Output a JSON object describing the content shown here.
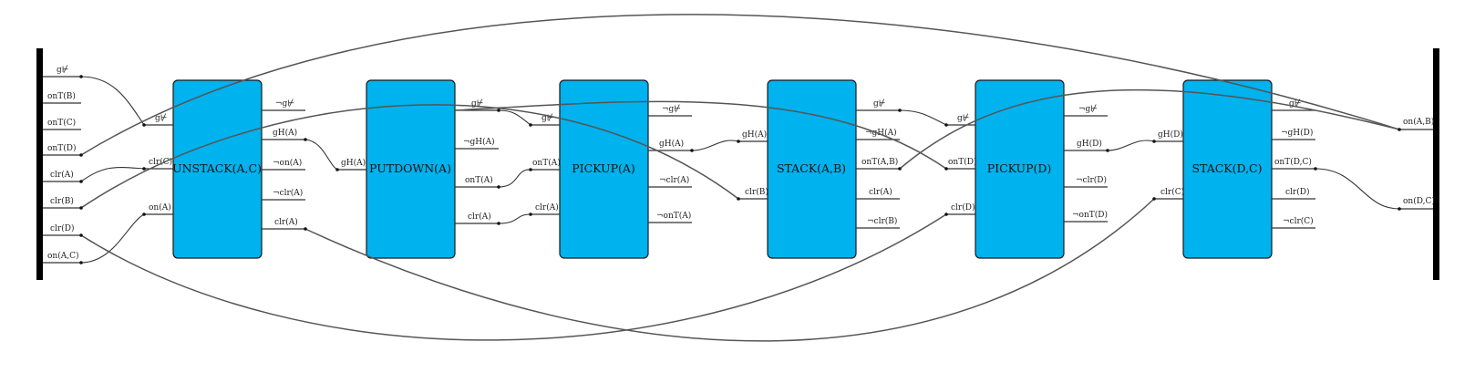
{
  "colors": {
    "action_fill": "#00b2ee",
    "bar": "#000000",
    "edge": "#555555"
  },
  "initial_state": [
    "g⊬",
    "onT(B)",
    "onT(C)",
    "onT(D)",
    "clr(A)",
    "clr(B)",
    "clr(D)",
    "on(A,C)"
  ],
  "goal_state": [
    "on(A,B)",
    "on(D,C)"
  ],
  "actions": [
    {
      "name": "UNSTACK(A,C)",
      "pre": [
        "g⊬",
        "clr(C)",
        "on(A)"
      ],
      "eff": [
        "¬g⊬",
        "gH(A)",
        "¬on(A)",
        "¬clr(A)",
        "clr(A)"
      ]
    },
    {
      "name": "PUTDOWN(A)",
      "pre": [
        "gH(A)"
      ],
      "eff": [
        "g⊬",
        "¬gH(A)",
        "onT(A)",
        "clr(A)"
      ]
    },
    {
      "name": "PICKUP(A)",
      "pre": [
        "g⊬",
        "onT(A)",
        "clr(A)"
      ],
      "eff": [
        "¬g⊬",
        "gH(A)",
        "¬clr(A)",
        "¬onT(A)"
      ]
    },
    {
      "name": "STACK(A,B)",
      "pre": [
        "gH(A)",
        "clr(B)"
      ],
      "eff": [
        "g⊬",
        "¬gH(A)",
        "onT(A,B)",
        "clr(A)",
        "¬clr(B)"
      ]
    },
    {
      "name": "PICKUP(D)",
      "pre": [
        "g⊬",
        "onT(D)",
        "clr(D)"
      ],
      "eff": [
        "¬g⊬",
        "gH(D)",
        "¬clr(D)",
        "¬onT(D)"
      ]
    },
    {
      "name": "STACK(D,C)",
      "pre": [
        "gH(D)",
        "clr(C)"
      ],
      "eff": [
        "g⊬",
        "¬gH(D)",
        "onT(D,C)",
        "clr(D)",
        "¬clr(C)"
      ]
    }
  ]
}
